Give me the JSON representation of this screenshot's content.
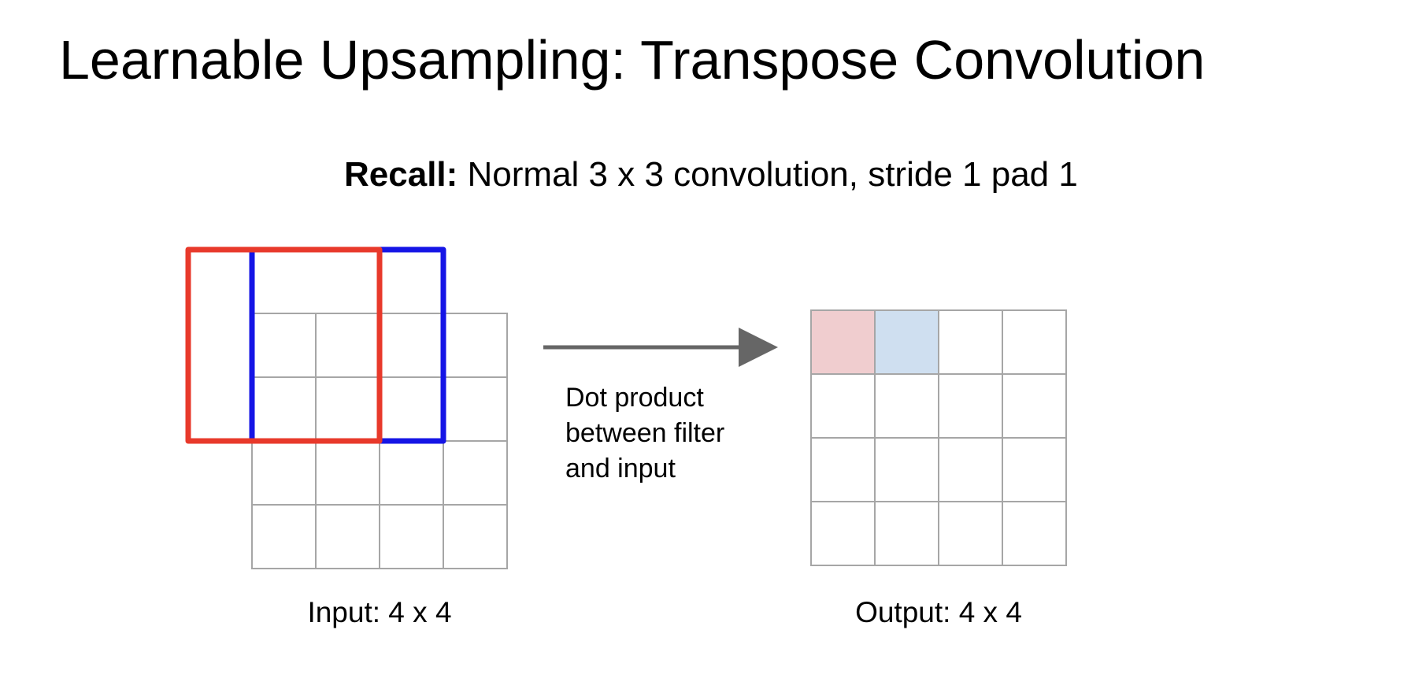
{
  "slide": {
    "title": "Learnable Upsampling: Transpose Convolution",
    "subtitle_bold": "Recall:",
    "subtitle_rest": " Normal 3 x 3 convolution, stride 1 pad 1"
  },
  "diagram": {
    "input_label": "Input: 4 x 4",
    "output_label": "Output: 4 x 4",
    "operation_lines": [
      "Dot product",
      "between filter",
      "and input"
    ],
    "input_size": [
      4,
      4
    ],
    "output_size": [
      4,
      4
    ],
    "filter_size": 3,
    "padding": 1,
    "filters": [
      {
        "color": "#e8392b",
        "origin_row": 0,
        "origin_col": 0,
        "output_cell": [
          0,
          0
        ],
        "output_fill": "#f0cdcf"
      },
      {
        "color": "#1515e6",
        "origin_row": 0,
        "origin_col": 1,
        "output_cell": [
          0,
          1
        ],
        "output_fill": "#cfdff0"
      }
    ],
    "grid_color": "#a6a6a6",
    "arrow_color": "#666666"
  }
}
